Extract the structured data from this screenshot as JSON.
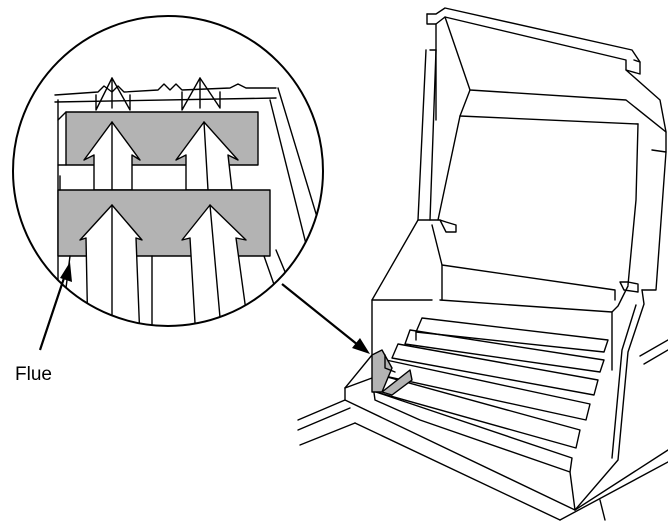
{
  "callout": {
    "label": "Flue"
  },
  "colors": {
    "line": "#000000",
    "flue_fill": "#b3b3b3",
    "background": "#ffffff"
  },
  "icons": [
    "magnifier-circle",
    "callout-arrow",
    "leader-arrow"
  ]
}
